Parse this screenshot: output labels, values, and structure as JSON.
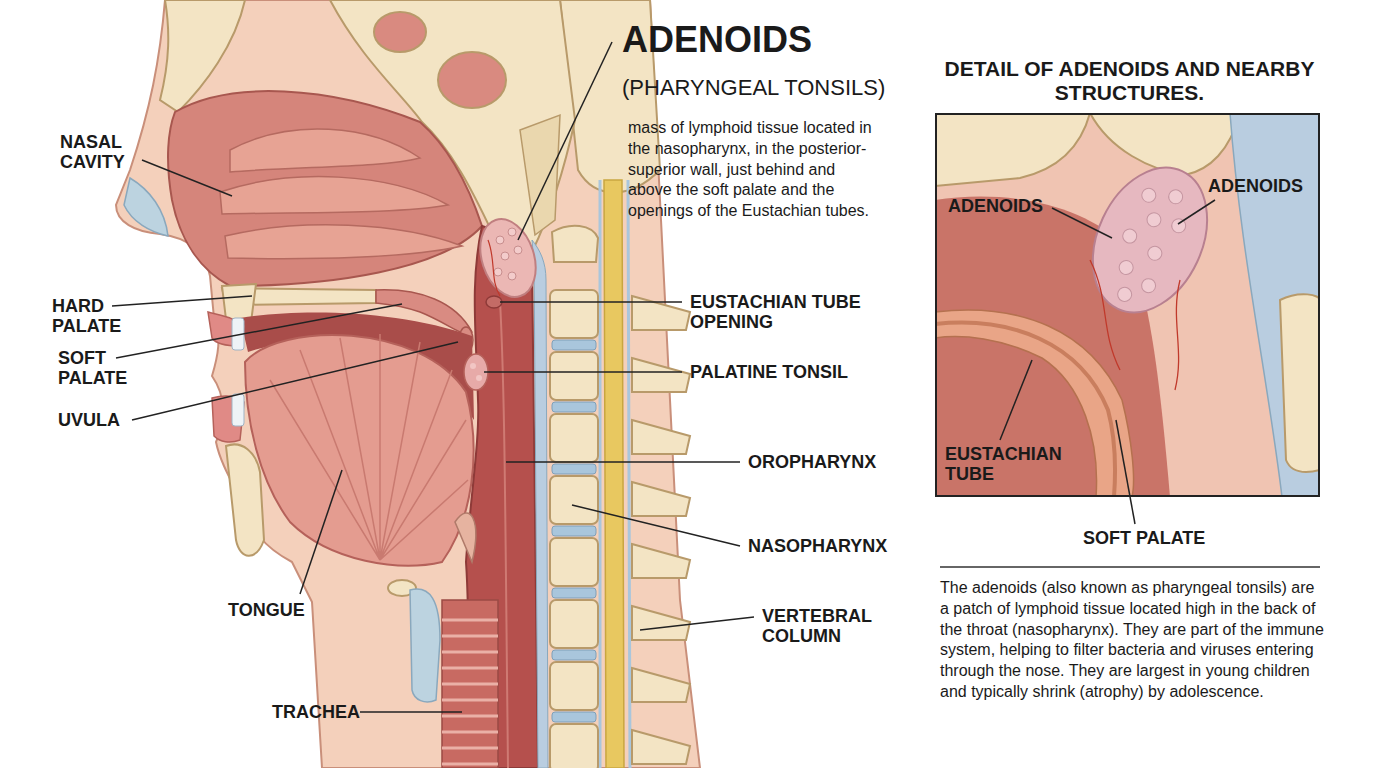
{
  "diagram": {
    "title": "ADENOIDS",
    "caption": "The adenoids (also known as pharyngeal tonsils) are a patch of lymphoid tissue located high in the back of the throat (nasopharynx). They are part of the immune system, helping to filter bacteria and viruses entering through the nose. They are largest in young children and typically shrink (atrophy) by adolescence.",
    "nodes": [
      {
        "text": [
          "DETAIL OF ADENOIDS AND NEARBY STRUCTURES."
        ]
      }
    ],
    "labels": [
      "NASAL CAVITY",
      "HARD PALATE",
      "SOFT PALATE",
      "UVULA",
      "TONGUE",
      "TRACHEA",
      "(PHARYNGEAL TONSILS)",
      "mass of lymphoid tissue located in the nasopharynx, in the posterior-superior wall, just behind and above the soft palate and the openings of the Eustachian tubes.",
      "EUSTACHIAN TUBE OPENING",
      "PALATINE TONSIL",
      "OROPHARYNX",
      "NASOPHARYNX",
      "VERTEBRAL COLUMN",
      "ADENOIDS",
      "ADENOIDS",
      "EUSTACHIAN TUBE",
      "SOFT PALATE"
    ]
  }
}
